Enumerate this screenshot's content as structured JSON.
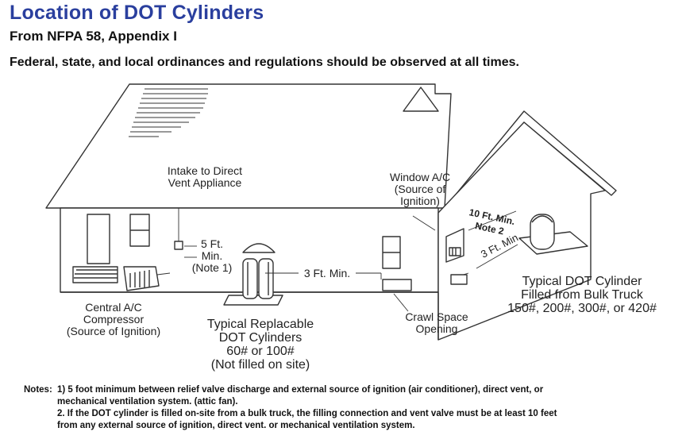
{
  "header": {
    "title": "Location of DOT Cylinders",
    "subtitle": "From NFPA 58, Appendix I",
    "intro": "Federal, state, and local ordinances and regulations should be observed at all times."
  },
  "labels": {
    "intake": "Intake to Direct\nVent Appliance",
    "five_ft": "5 Ft.\nMin.\n(Note 1)",
    "three_ft_left": "3 Ft. Min.",
    "window_ac": "Window A/C\n(Source of\nIgnition)",
    "ten_ft": "10 Ft. Min.\nNote 2",
    "three_ft_right": "3 Ft. Min.",
    "central_ac": "Central A/C\nCompressor\n(Source of Ignition)",
    "replaceable": "Typical Replacable\nDOT Cylinders\n60# or 100#\n(Not filled on site)",
    "crawl": "Crawl Space\nOpening",
    "bulk": "Typical DOT Cylinder\nFilled from Bulk Truck\n150#, 200#, 300#, or 420#"
  },
  "notes": {
    "prefix": "Notes:",
    "note1_line1": "1) 5 foot minimum between relief valve discharge and external source of ignition (air conditioner), direct vent, or",
    "note1_line2": "mechanical ventilation system. (attic fan).",
    "note2_line1": "2. If the DOT cylinder is filled on-site from a bulk truck, the filling connection and vent valve must be at least 10 feet",
    "note2_line2": "from any external source of ignition, direct vent. or mechanical ventilation system."
  }
}
